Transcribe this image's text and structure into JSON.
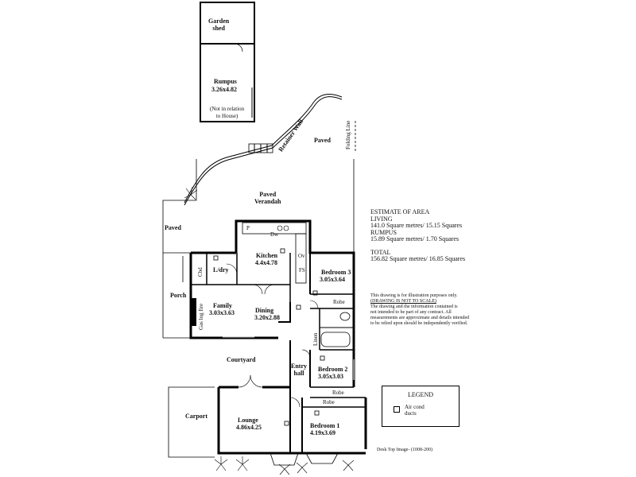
{
  "rooms": {
    "garden_shed": "Garden\nshed",
    "rumpus": "Rumpus",
    "rumpus_size": "3.26x4.82",
    "rumpus_note": "(Not in relation\nto House)",
    "retainer_wall": "Retainer Wall",
    "paved_top": "Paved",
    "folding_line": "Folding Line",
    "paved_verandah": "Paved\nVerandah",
    "paved_left": "Paved",
    "porch": "Porch",
    "kitchen": "Kitchen",
    "kitchen_size": "4.4x4.78",
    "ldry": "L/dry",
    "cbd": "Cbd",
    "family": "Family",
    "family_size": "3.03x3.63",
    "gas_log_fire": "Gas log fire",
    "dining": "Dining",
    "dining_size": "3.20x2.88",
    "bedroom3": "Bedroom 3",
    "bedroom3_size": "3.05x3.64",
    "robe3": "Robe",
    "courtyard": "Courtyard",
    "entry_hall": "Entry\nhall",
    "linen": "Linen",
    "bedroom2": "Bedroom 2",
    "bedroom2_size": "3.05x3.03",
    "robe2": "Robe",
    "robe1": "Robe",
    "carport": "Carport",
    "lounge": "Lounge",
    "lounge_size": "4.86x4.25",
    "bedroom1": "Bedroom 1",
    "bedroom1_size": "4.19x3.69",
    "p": "P",
    "dw": "Dw",
    "ov": "Ov",
    "fs": "FS"
  },
  "area": {
    "heading": "ESTIMATE OF  AREA",
    "living_label": "LIVING",
    "living_value": "141.0 Square metres/  15.15 Squares",
    "rumpus_label": "RUMPUS",
    "rumpus_value": "15.89 Square metres/ 1.70 Squares",
    "total_label": "TOTAL",
    "total_value": "156.82 Square metres/ 16.85 Squares"
  },
  "disclaimer": {
    "line1": "This drawing is for illustration purposes only.",
    "line2": "(DRAWING IS NOT TO SCALE)",
    "line3": "The drawing and the information contained is",
    "line4": "not intended to be part of any contract.  All",
    "line5": "measurements are approximate and details intended",
    "line6": "to be relied upon should be independently verified."
  },
  "legend": {
    "title": "LEGEND",
    "item": "Air cond\nducts"
  },
  "footer": "Desk Top Image- (1008-200)"
}
